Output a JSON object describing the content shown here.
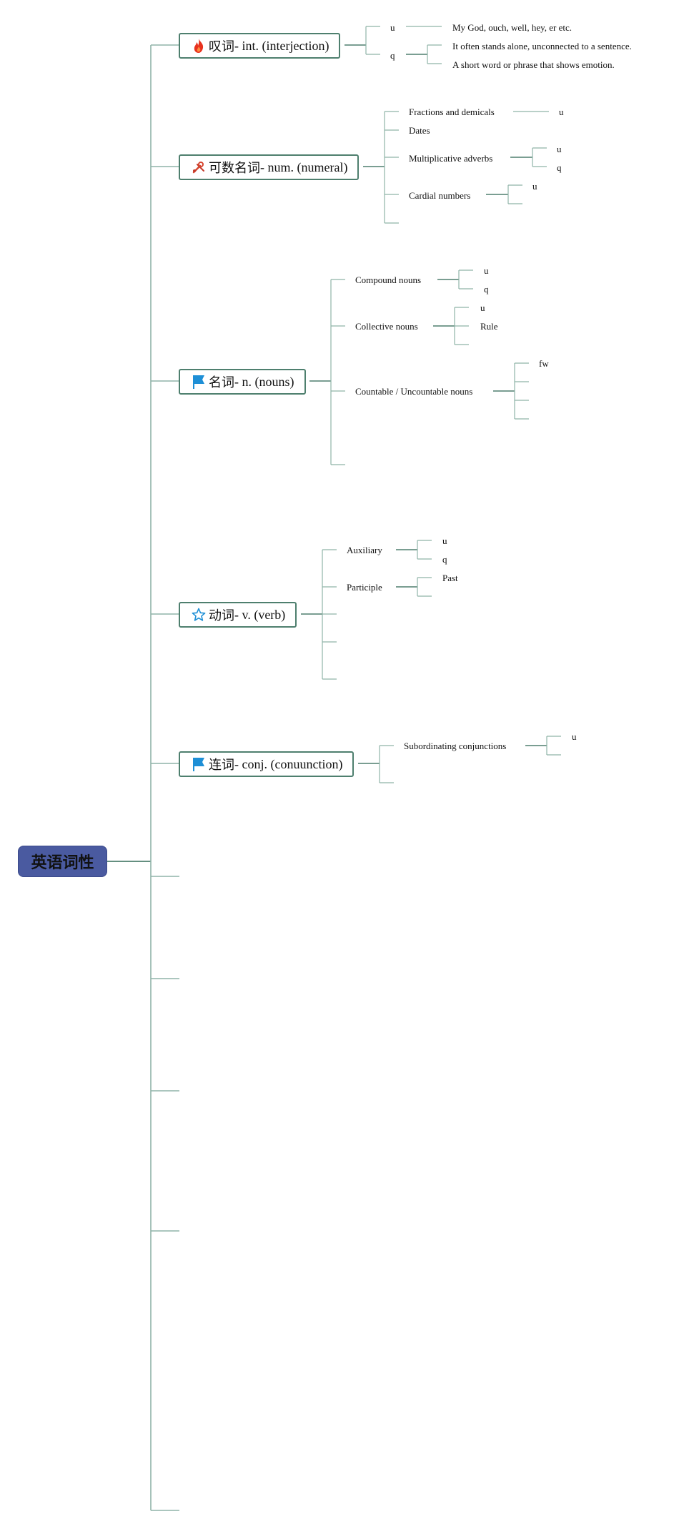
{
  "root": {
    "label": "英语词性"
  },
  "colors": {
    "line": "#8fb3a8",
    "border": "#4e7f6e",
    "root_fill": "#4a5aa0"
  },
  "topics": {
    "interjection": {
      "zh": "叹词",
      "en": " - int. (interjection)",
      "icon": "fire-icon"
    },
    "numeral": {
      "zh": "可数名词",
      "en": " - num. (numeral)",
      "icon": "tools-icon"
    },
    "nouns": {
      "zh": "名词",
      "en": " - n. (nouns)",
      "icon": "flag-icon"
    },
    "verb": {
      "zh": "动词",
      "en": " - v. (verb)",
      "icon": "star-icon"
    },
    "conj": {
      "zh": "连词",
      "en": " - conj. (conuunction)",
      "icon": "flag-icon"
    }
  },
  "labels": {
    "int_u": "u",
    "int_q": "q",
    "int_u_detail": "My God, ouch, well, hey, er etc.",
    "int_q_detail1": "It often stands alone, unconnected to a sentence.",
    "int_q_detail2": "A short word or phrase that shows emotion.",
    "num_fractions": "Fractions and demicals",
    "num_fractions_u": "u",
    "num_dates": "Dates",
    "num_multi": "Multiplicative adverbs",
    "num_multi_u": "u",
    "num_multi_q": "q",
    "num_cardial": "Cardial numbers",
    "num_cardial_u": "u",
    "n_compound": "Compound nouns",
    "n_compound_u": "u",
    "n_compound_q": "q",
    "n_collective": "Collective nouns",
    "n_collective_u": "u",
    "n_collective_rule": "Rule",
    "n_countable": "Countable / Uncountable nouns",
    "n_countable_fw": "fw",
    "v_aux": "Auxiliary",
    "v_aux_u": "u",
    "v_aux_q": "q",
    "v_part": "Participle",
    "v_part_past": "Past",
    "c_sub": "Subordinating conjunctions",
    "c_sub_u": "u"
  }
}
